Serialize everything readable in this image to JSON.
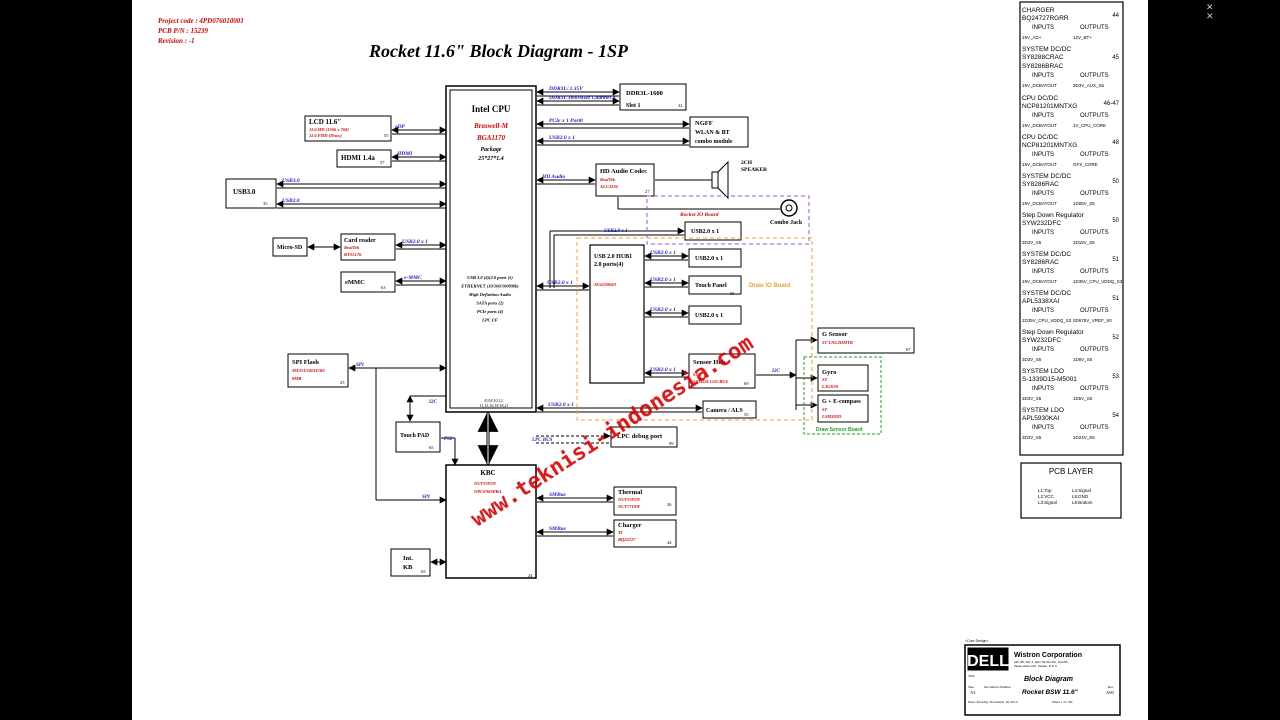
{
  "viewer": {
    "close_icon": "close-icon",
    "expand_icon": "expand-icon"
  },
  "header": {
    "project_code": "Project code : 4PD076010001",
    "pcb_pn": "PCB P/N      : 15239",
    "revision": "Revision      : -1",
    "title": "Rocket 11.6\" Block Diagram - 1SP"
  },
  "cpu": {
    "title": "Intel CPU",
    "model": "Braswell-M",
    "package_name": "BGA1170",
    "package": "Package",
    "size": "25*27*1.4",
    "features": [
      "USB 3.0 (4)(2.0 ports (5)",
      "ETHERNET (10/100/1000Mb)",
      "High Definition Audio",
      "SATA ports (2)",
      "PCIe ports (4)",
      "LPC I/F"
    ],
    "pages": "8,9,8,10,12,",
    "pages2": "11,15,16,18,18,21"
  },
  "left_blocks": {
    "lcd": {
      "title": "LCD 11.6\"",
      "line1": "11.6 HD (1366 x 768)",
      "line2": "11.6 FHD (Draw)",
      "page": "55",
      "bus": "eDP"
    },
    "hdmi": {
      "title": "HDMI 1.4a",
      "page": "57",
      "bus": "HDMI"
    },
    "usb3": {
      "title": "USB3.0",
      "page": "35",
      "bus1": "USB3.0",
      "bus2": "USB2.0"
    },
    "microsd": {
      "title": "Micro-SD"
    },
    "card_reader": {
      "title": "Card reader",
      "vendor": "RealTek",
      "part": "RTS5176",
      "bus": "USB2.0 x 1"
    },
    "emmc": {
      "title": "eMMC",
      "page": "63",
      "bus": "e-MMC"
    },
    "spi_flash": {
      "title": "SPI Flash",
      "part": "MX25U1001EM1",
      "size": "8MB",
      "page": "25",
      "bus": "SPI"
    },
    "touchpad": {
      "title": "Touch PAD",
      "page": "65",
      "bus": "PS2",
      "i2c": "I2C"
    },
    "int_kb": {
      "title": "Int.",
      "title2": "KB",
      "page": "65"
    },
    "spi2": "SPI"
  },
  "kbc": {
    "title": "KBC",
    "vendor": "NUVOTON",
    "part": "NPCE985PBA",
    "page": "24"
  },
  "lpc": {
    "bus": "LPC BUS",
    "debug": "LPC debug port",
    "page": "99"
  },
  "thermal": {
    "title": "Thermal",
    "vendor": "NUVOTON",
    "part": "NCT7718W",
    "page": "26",
    "bus": "SMBus"
  },
  "charger_block": {
    "title": "Charger",
    "vendor": "TI",
    "part": "BQ24727",
    "page": "44",
    "bus": "SMBus"
  },
  "ddr": {
    "title": "DDR3L-1600",
    "slot": "Slot 1",
    "page": "32",
    "bus1": "DDR3L/ 1.35V",
    "bus2": "DDR3L 1600MHz Channel A"
  },
  "ngff": {
    "title": "NGFF",
    "line2": "WLAN & BT",
    "line3": "combo module",
    "bus1": "PCIe x 1  Port0",
    "bus2": "USB2.0 x 1"
  },
  "audio": {
    "title": "HD Audio Codec",
    "vendor": "RealTek",
    "part": "ALC3234",
    "page": "27",
    "bus": "HD Audio",
    "speaker1": "2CH",
    "speaker2": "SPEAKER",
    "combo": "Combo Jack"
  },
  "io_board": {
    "label": "Rocket IO Board",
    "usb": "USB2.0 x 1",
    "usb_bus": "USB2.0 x 1"
  },
  "hub": {
    "title": "USB 2.0 HUB1",
    "title2": "2.0 ports(4)",
    "part": "AU6259663",
    "bus": "USB2.0 x 1",
    "port_bus": "USB2.0 x 1"
  },
  "draw_io": {
    "label": "Draw IO Board",
    "usb_top": "USB2.0 x 1",
    "touch_panel": "Touch Panel",
    "touch_page": "55",
    "usb_bottom": "USB2.0 x 1"
  },
  "sensor_hub": {
    "title": "Sensor Hub",
    "vendor": "ST",
    "part": "STM32L151CBU6",
    "page": "69",
    "bus": "I2C"
  },
  "g_sensor": {
    "title": "G Sensor",
    "part": "ST LNG2DMTR",
    "page": "67"
  },
  "gyro": {
    "title": "Gyro",
    "vendor": "ST",
    "part": "L3GD20"
  },
  "compass": {
    "title": "G + E-compass",
    "vendor": "ST",
    "part": "LSM303D"
  },
  "draw_sensor": {
    "label": "Draw Sensor Board"
  },
  "camera": {
    "title": "Camera / ALS",
    "page": "55",
    "bus": "USB2.0 x 1"
  },
  "watermark": "www.teknisi-indonesia.com",
  "power_table": [
    {
      "title": "CHARGER",
      "part": "BQ24727RGRR",
      "page": "44",
      "in": "19V_AD+",
      "out": "12V_BT+"
    },
    {
      "title": "SYSTEM DC/DC",
      "part": "SY8288CRAC",
      "part2": "SY8286BRAC",
      "page": "45",
      "in": "19V_DCBATOUT",
      "out": "3D3V_AUX_S5"
    },
    {
      "title": "CPU DC/DC",
      "part": "NCP81201MNTXG",
      "page": "46-47",
      "in": "19V_DCBATOUT",
      "out": "1V_CPU_CORE"
    },
    {
      "title": "CPU DC/DC",
      "part": "NCP81201MNTXG",
      "page": "48",
      "in": "19V_DCBATOUT",
      "out": "GFX_CORE"
    },
    {
      "title": "SYSTEM DC/DC",
      "part": "SY8286RAC",
      "page": "50",
      "in": "19V_DCBATOUT",
      "out": "1D05V_S5"
    },
    {
      "title": "Step Down Regulator",
      "part": "SYW232DFC",
      "page": "50",
      "in": "3D3V_S5",
      "out": "1D15V_S5"
    },
    {
      "title": "SYSTEM DC/DC",
      "part": "SY8286RAC",
      "page": "51",
      "in": "19V_DCBATOUT",
      "out": "1D35V_CPU_VDDQ_S3"
    },
    {
      "title": "SYSTEM DC/DC",
      "part": "APL5338XAI",
      "page": "51",
      "in": "1D35V_CPU_VDDQ_S3",
      "out": "0D675V_VREF_S0"
    },
    {
      "title": "Step Down Regulator",
      "part": "SYW232DFC",
      "page": "52",
      "in": "3D3V_S5",
      "out": "1D8V_S5"
    },
    {
      "title": "SYSTEM LDO",
      "part": "S-1339D15-M5001",
      "page": "53",
      "in": "3D3V_S5",
      "out": "1D5V_S0"
    },
    {
      "title": "SYSTEM LDO",
      "part": "APL5930KAI",
      "page": "54",
      "in": "3D3V_S5",
      "out": "1D24V_S5"
    }
  ],
  "table_labels": {
    "inputs": "INPUTS",
    "outputs": "OUTPUTS"
  },
  "pcb_layer": {
    "title": "PCB LAYER",
    "layers": [
      "L1:Top",
      "L2:VCC",
      "L3:Signal",
      "L4:Signal",
      "L5:GND",
      "L6:Bottom"
    ]
  },
  "title_block": {
    "core_design": "<Core Design>",
    "logo": "DELL",
    "company": "Wistron Corporation",
    "address1": "21F, 88, Sec.1, Hsin Tai Wu Rd., Hsichih,",
    "address2": "Taipei Hsien 221, Taiwan, R.O.C.",
    "title_label": "Title",
    "title": "Block Diagram",
    "size_label": "Size",
    "size": "A3",
    "doc_label": "Document Number",
    "doc": "Rocket BSW 11.6\"",
    "rev_label": "Rev",
    "rev": "A00",
    "date": "Date: Tuesday, November 18, 2014",
    "sheet": "Sheet 1 of 100"
  }
}
